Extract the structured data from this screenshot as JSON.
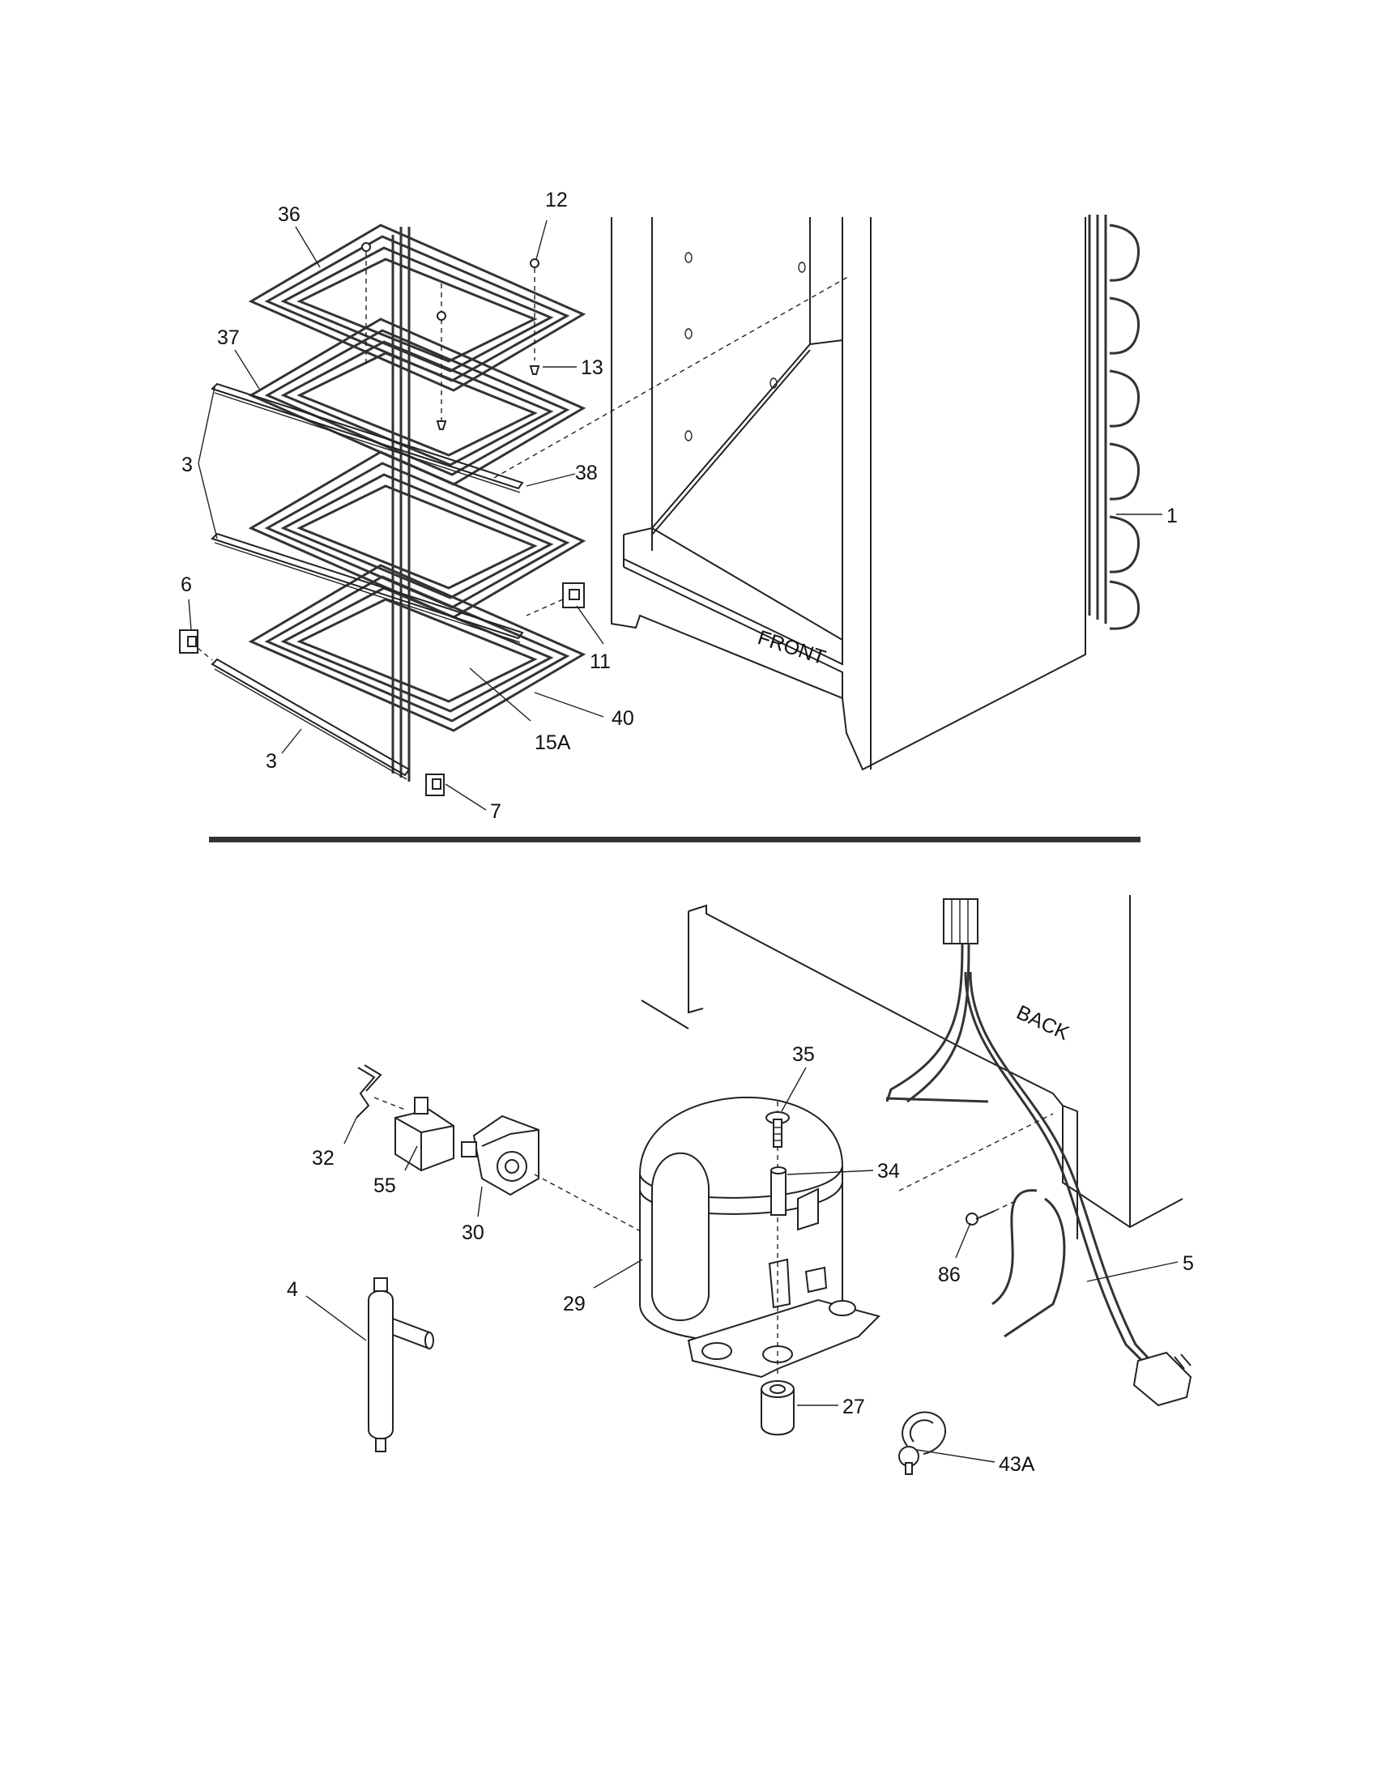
{
  "callouts": [
    {
      "id": "c36",
      "text": "36"
    },
    {
      "id": "c12",
      "text": "12"
    },
    {
      "id": "c37",
      "text": "37"
    },
    {
      "id": "c13",
      "text": "13"
    },
    {
      "id": "c3a",
      "text": "3"
    },
    {
      "id": "c38",
      "text": "38"
    },
    {
      "id": "c1",
      "text": "1"
    },
    {
      "id": "c6",
      "text": "6"
    },
    {
      "id": "c11",
      "text": "11"
    },
    {
      "id": "c40",
      "text": "40"
    },
    {
      "id": "c15a",
      "text": "15A"
    },
    {
      "id": "c3b",
      "text": "3"
    },
    {
      "id": "c7",
      "text": "7"
    },
    {
      "id": "c35",
      "text": "35"
    },
    {
      "id": "c32",
      "text": "32"
    },
    {
      "id": "c34",
      "text": "34"
    },
    {
      "id": "c55",
      "text": "55"
    },
    {
      "id": "c30",
      "text": "30"
    },
    {
      "id": "c29",
      "text": "29"
    },
    {
      "id": "c86",
      "text": "86"
    },
    {
      "id": "c5",
      "text": "5"
    },
    {
      "id": "c4",
      "text": "4"
    },
    {
      "id": "c27",
      "text": "27"
    },
    {
      "id": "c43a",
      "text": "43A"
    }
  ],
  "cabinet_front_label": "FRONT",
  "cabinet_back_label": "BACK"
}
